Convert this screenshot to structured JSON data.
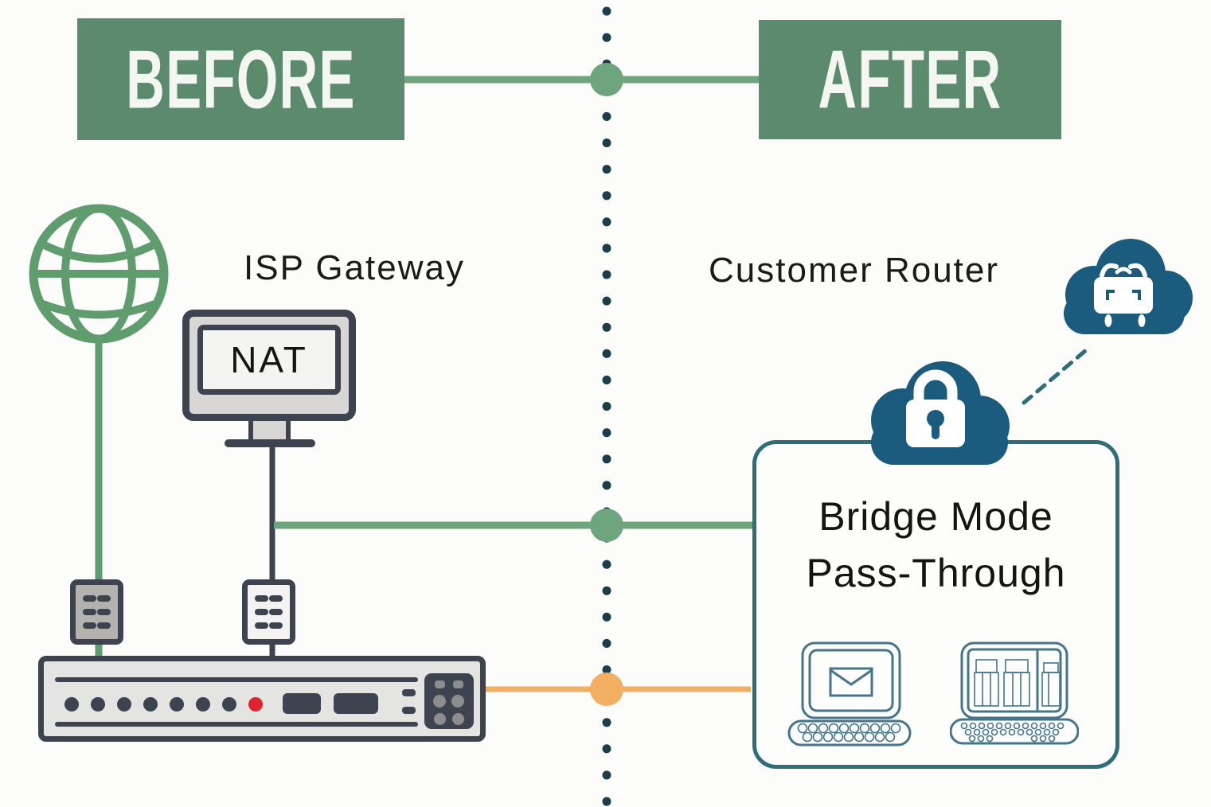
{
  "colors": {
    "bg": "#fcfcfa",
    "green_fill": "#5b8b6c",
    "green_line": "#6fa57e",
    "globe_green": "#5f9c6e",
    "dot_dark": "#1c3e4a",
    "cloud_teal": "#1b5b7d",
    "box_border": "#2d6e79",
    "laptop_line": "#44758a",
    "orange": "#f2ae61",
    "red": "#e0242f",
    "dark": "#3d4450",
    "device_fill": "#e4e4e2",
    "adapter_gray": "#b4b2af",
    "adapter_white": "#f4f3f1",
    "monitor_fill": "#d8d7d5",
    "screen_fill": "#f4f4f2",
    "text": "#1a1a1a"
  },
  "header": {
    "before_label": "BEFORE",
    "after_label": "AFTER"
  },
  "before_section": {
    "title": "ISP Gateway",
    "monitor_label": "NAT"
  },
  "after_section": {
    "title": "Customer Router",
    "bridge_line1": "Bridge Mode",
    "bridge_line2": "Pass-Through"
  }
}
